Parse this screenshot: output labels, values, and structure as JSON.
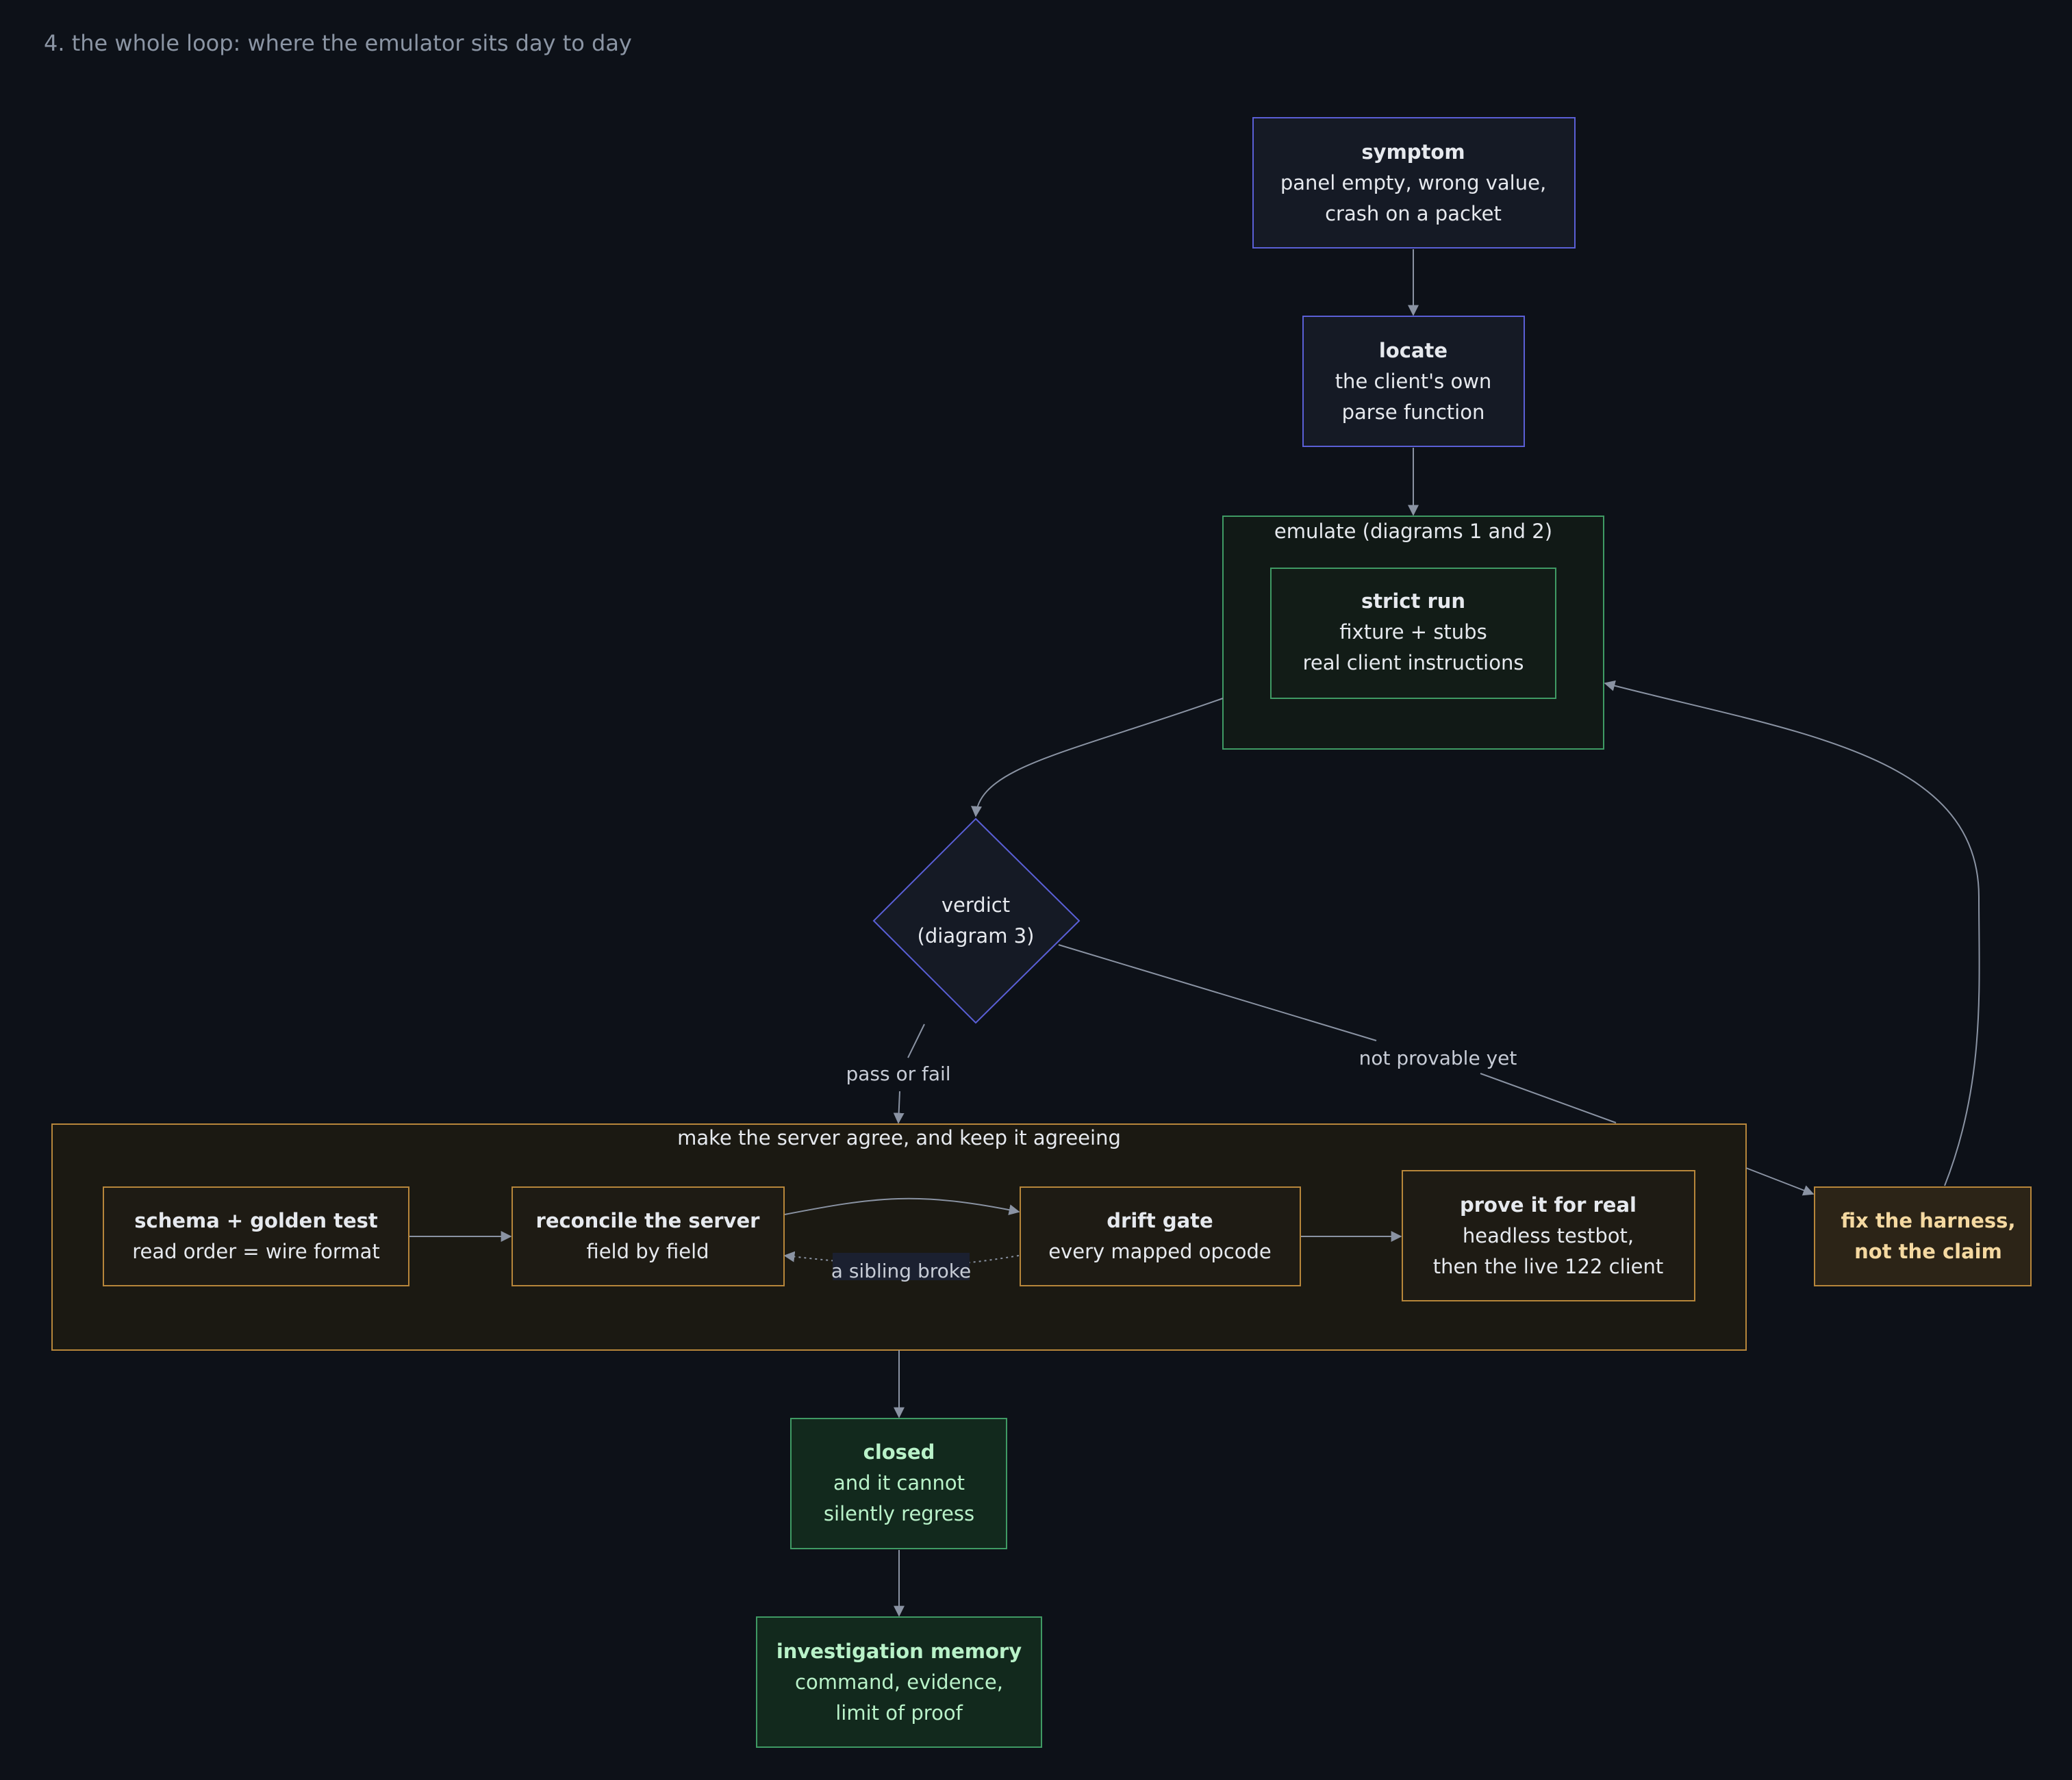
{
  "title": "4. the whole loop: where the emulator sits day to day",
  "colors": {
    "background": "#0d1118",
    "blue_border": "#5a5fd6",
    "green_border": "#3f9a64",
    "amber_border": "#b7863a",
    "edge": "#8a93a3"
  },
  "nodes": {
    "symptom": {
      "title": "symptom",
      "lines": [
        "panel empty, wrong value,",
        "crash on a packet"
      ]
    },
    "locate": {
      "title": "locate",
      "lines": [
        "the client's own",
        "parse function"
      ]
    },
    "strict_run": {
      "title": "strict run",
      "lines": [
        "fixture + stubs",
        "real client instructions"
      ]
    },
    "verdict": {
      "lines": [
        "verdict",
        "(diagram 3)"
      ]
    },
    "schema": {
      "title": "schema + golden test",
      "lines": [
        "read order = wire format"
      ]
    },
    "reconcile": {
      "title": "reconcile the server",
      "lines": [
        "field by field"
      ]
    },
    "drift": {
      "title": "drift gate",
      "lines": [
        "every mapped opcode"
      ]
    },
    "prove": {
      "title": "prove it for real",
      "lines": [
        "headless testbot,",
        "then the live 122 client"
      ]
    },
    "harness": {
      "lines": [
        "fix the harness,",
        "not the claim"
      ]
    },
    "closed": {
      "title": "closed",
      "lines": [
        "and it cannot",
        "silently regress"
      ]
    },
    "memory": {
      "title": "investigation memory",
      "lines": [
        "command, evidence,",
        "limit of proof"
      ]
    }
  },
  "groups": {
    "emulate": "emulate (diagrams 1 and 2)",
    "agree": "make the server agree, and keep it agreeing"
  },
  "edge_labels": {
    "pass_fail": "pass or fail",
    "not_provable": "not provable yet",
    "sibling": "a sibling broke"
  }
}
